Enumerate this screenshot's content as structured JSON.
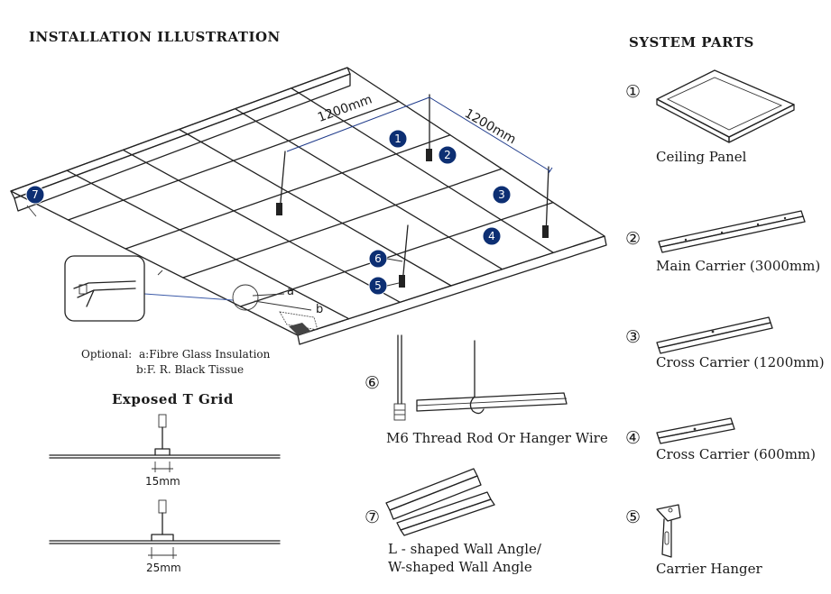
{
  "headings": {
    "installation": "INSTALLATION ILLUSTRATION",
    "system_parts": "SYSTEM PARTS",
    "exposed_grid": "Exposed T Grid"
  },
  "dimensions": {
    "grid_a": "1200mm",
    "grid_b": "1200mm",
    "gap_small": "15mm",
    "gap_large": "25mm"
  },
  "callouts": [
    "1",
    "2",
    "3",
    "4",
    "5",
    "6",
    "7"
  ],
  "detail_labels": {
    "a": "a",
    "b": "b"
  },
  "optional": {
    "prefix": "Optional:",
    "a": "a:Fibre Glass Insulation",
    "b": "b:F. R. Black Tissue"
  },
  "parts": [
    {
      "num": "①",
      "label": "Ceiling Panel"
    },
    {
      "num": "②",
      "label": "Main Carrier (3000mm)"
    },
    {
      "num": "③",
      "label": "Cross Carrier (1200mm)"
    },
    {
      "num": "④",
      "label": "Cross Carrier (600mm)"
    },
    {
      "num": "⑤",
      "label": "Carrier Hanger"
    },
    {
      "num": "⑥",
      "label": "M6 Thread Rod Or Hanger Wire"
    },
    {
      "num": "⑦",
      "label_line1": "L - shaped Wall Angle/",
      "label_line2": "W-shaped Wall Angle"
    }
  ],
  "colors": {
    "callout_badge": "#0d2f73",
    "dimension_text": "#1e3a8a"
  }
}
